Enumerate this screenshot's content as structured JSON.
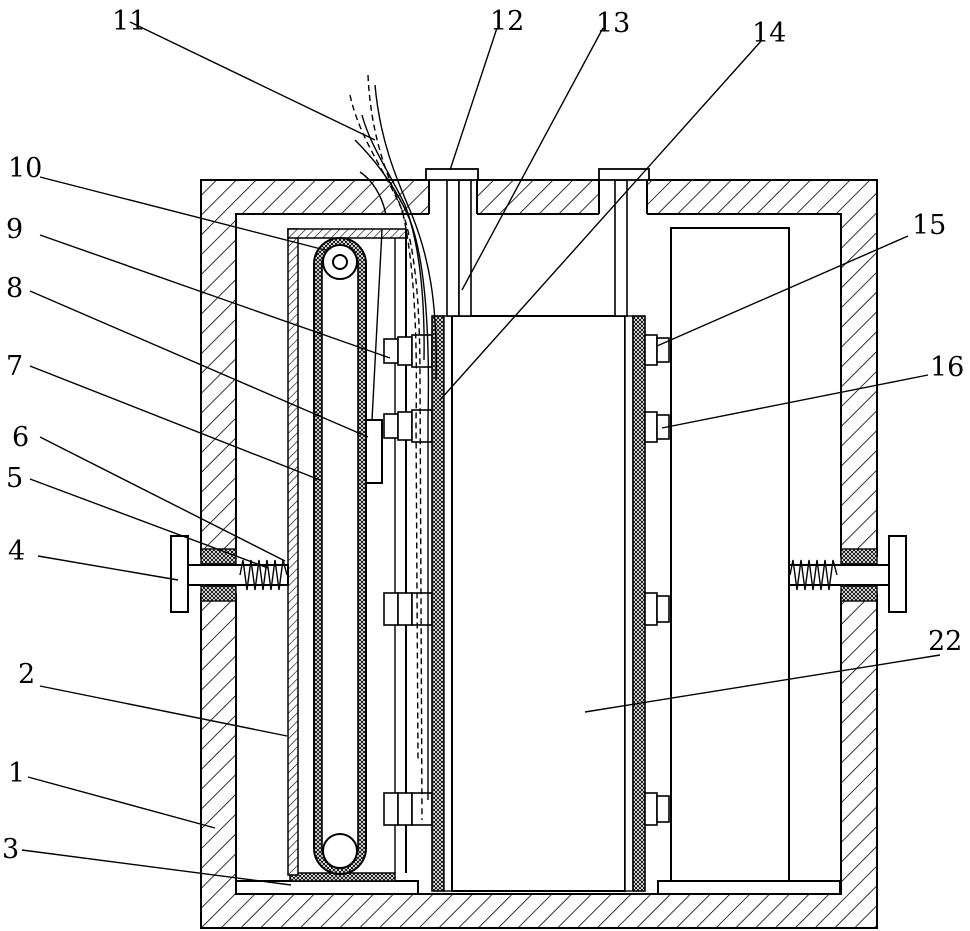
{
  "labels": {
    "l1": "1",
    "l2": "2",
    "l3": "3",
    "l4": "4",
    "l5": "5",
    "l6": "6",
    "l7": "7",
    "l8": "8",
    "l9": "9",
    "l10": "10",
    "l11": "11",
    "l12": "12",
    "l13": "13",
    "l14": "14",
    "l15": "15",
    "l16": "16",
    "l22": "22"
  }
}
